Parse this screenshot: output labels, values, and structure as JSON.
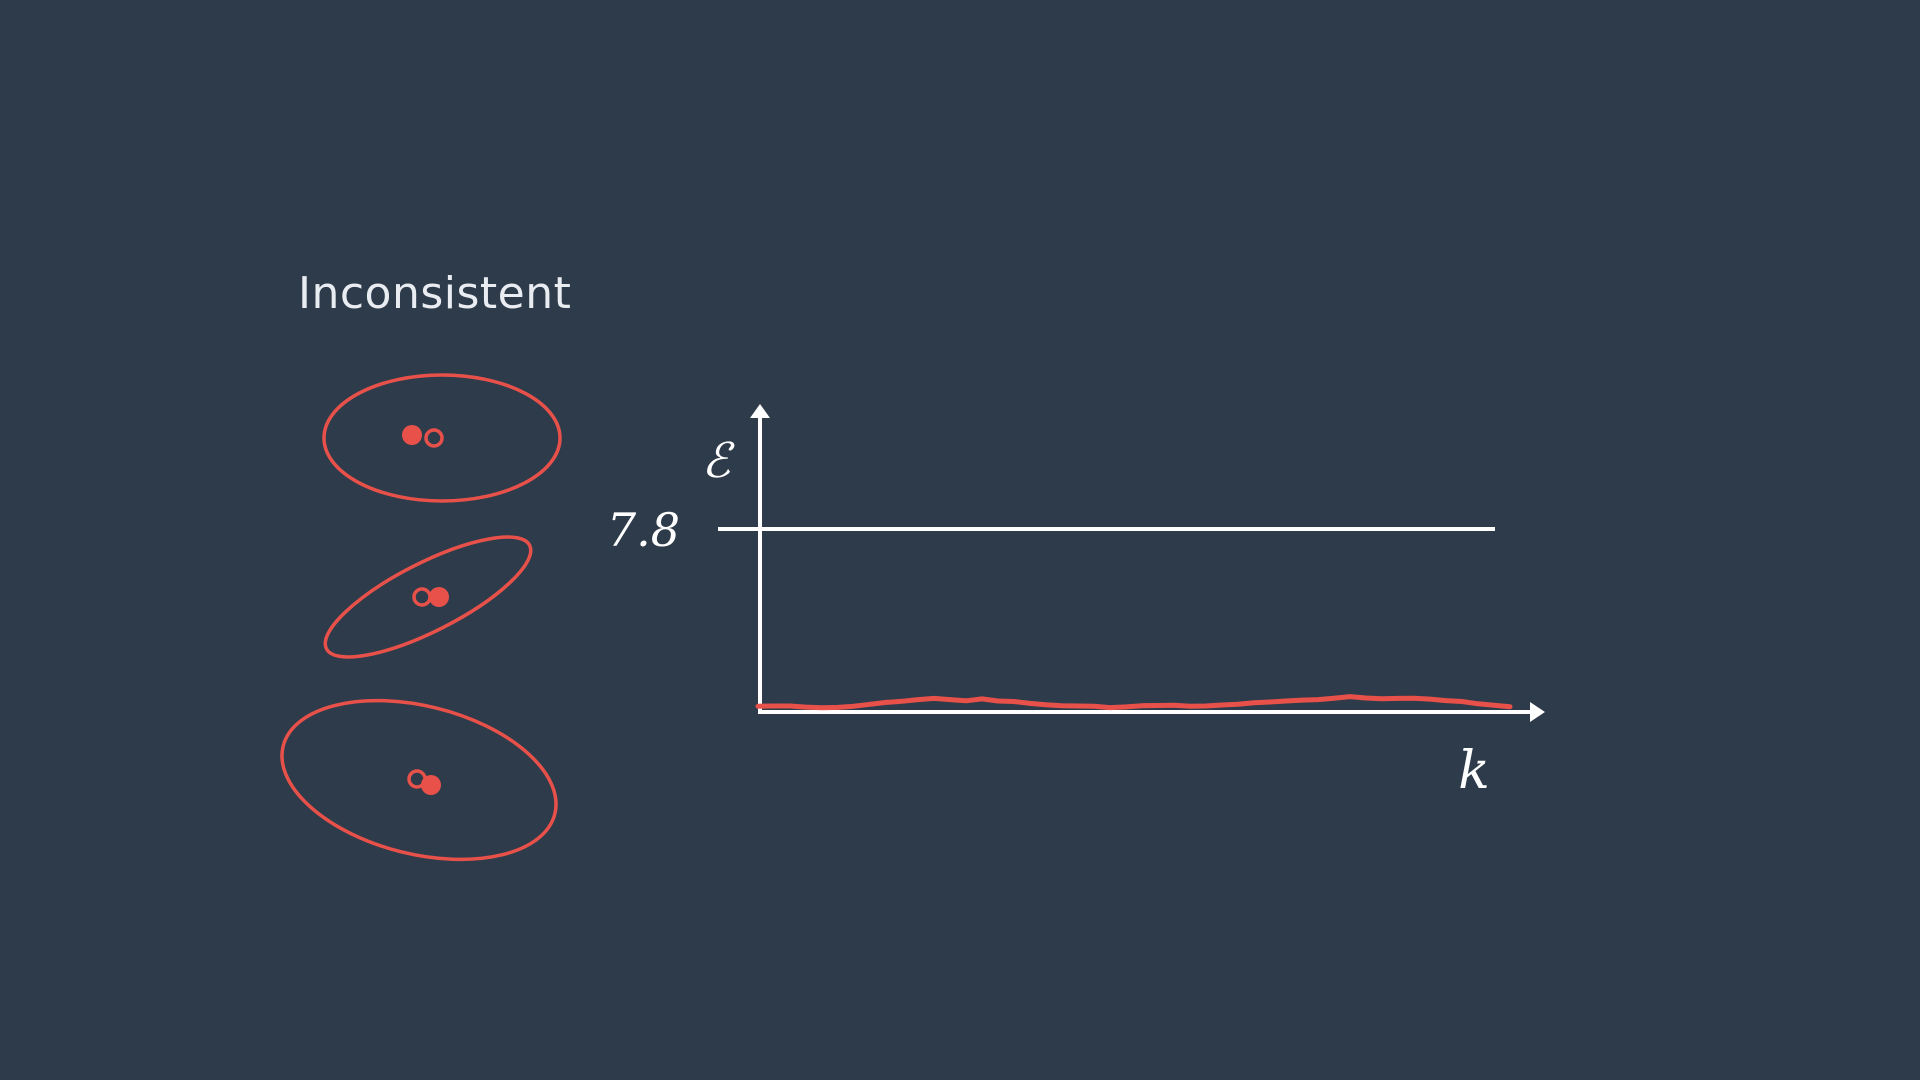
{
  "title": "Inconsistent",
  "colors": {
    "background": "#2e3b4a",
    "accent": "#e8514a",
    "foreground": "#ffffff"
  },
  "chart_data": {
    "type": "line",
    "ylabel": "ℰ",
    "xlabel": "k",
    "threshold": {
      "value": 7.8,
      "label": "7.8"
    },
    "series": [
      {
        "values": [
          0.12,
          0.13,
          0.13,
          0.08,
          0.05,
          0.07,
          0.12,
          0.2,
          0.28,
          0.33,
          0.4,
          0.45,
          0.4,
          0.35,
          0.43,
          0.34,
          0.32,
          0.24,
          0.18,
          0.14,
          0.13,
          0.12,
          0.06,
          0.09,
          0.14,
          0.15,
          0.16,
          0.12,
          0.13,
          0.17,
          0.2,
          0.27,
          0.3,
          0.34,
          0.38,
          0.4,
          0.46,
          0.53,
          0.47,
          0.44,
          0.45,
          0.46,
          0.42,
          0.36,
          0.32,
          0.22,
          0.16,
          0.1
        ]
      }
    ]
  },
  "ellipses": [
    {
      "name": "ellipse-1",
      "filled_first": true
    },
    {
      "name": "ellipse-2",
      "filled_first": false
    },
    {
      "name": "ellipse-3",
      "filled_first": false
    }
  ]
}
